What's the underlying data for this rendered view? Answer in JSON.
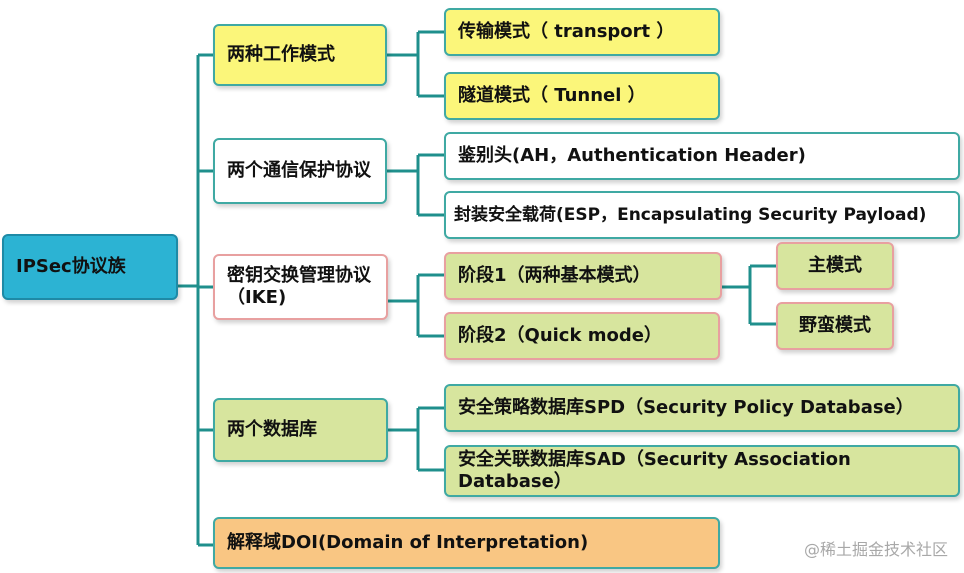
{
  "root": {
    "label": "IPSec协议族"
  },
  "groups": [
    {
      "label": "两种工作模式",
      "children": [
        {
          "label": "传输模式（ transport ）"
        },
        {
          "label": "隧道模式（ Tunnel ）"
        }
      ]
    },
    {
      "label": "两个通信保护协议",
      "children": [
        {
          "label": "鉴别头(AH，Authentication Header)"
        },
        {
          "label": "封装安全载荷(ESP，Encapsulating Security Payload)"
        }
      ]
    },
    {
      "label": "密钥交换管理协议（IKE)",
      "children": [
        {
          "label": "阶段1（两种基本模式）",
          "children": [
            {
              "label": "主模式"
            },
            {
              "label": "野蛮模式"
            }
          ]
        },
        {
          "label": "阶段2（Quick mode）"
        }
      ]
    },
    {
      "label": "两个数据库",
      "children": [
        {
          "label": "安全策略数据库SPD（Security Policy Database）"
        },
        {
          "label": "安全关联数据库SAD（Security Association Database）"
        }
      ]
    },
    {
      "label": "解释域DOI(Domain of Interpretation)"
    }
  ],
  "watermark": "@稀土掘金技术社区",
  "colors": {
    "connector": "#1f8f8c",
    "root": "#2cb3d3",
    "yellow": "#fbf67a",
    "green": "#d7e59e",
    "orange": "#f9c683"
  }
}
